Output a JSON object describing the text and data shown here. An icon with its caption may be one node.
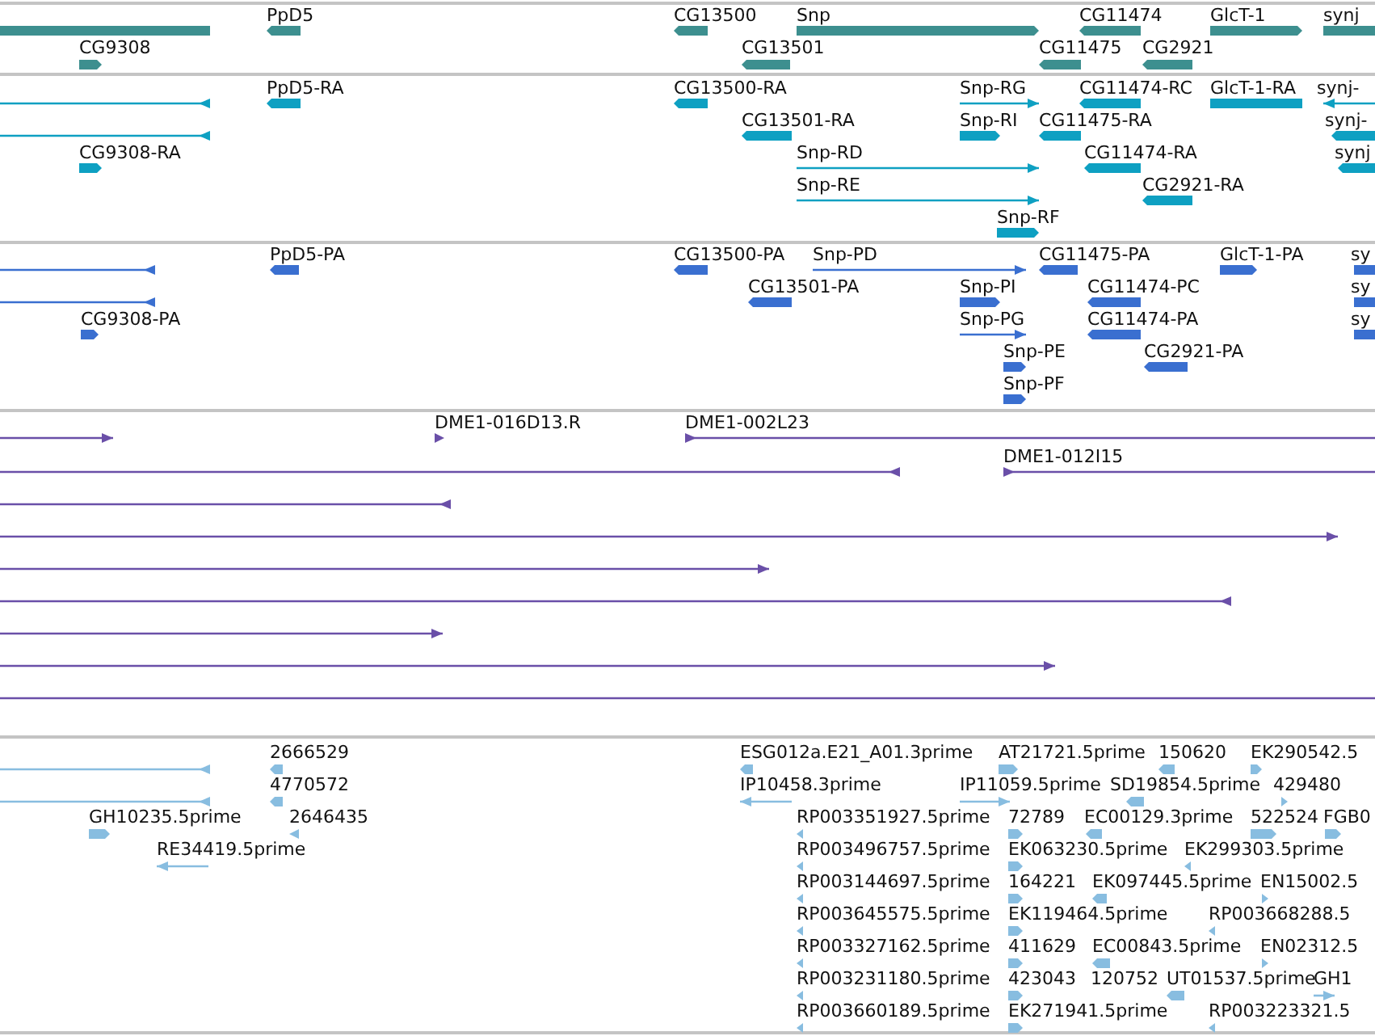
{
  "diagram": {
    "nodes": [
      {
        "text": [],
        "shape": "bar"
      },
      {
        "text": [
          "PpD5"
        ]
      },
      {
        "text": [
          "CG13500"
        ]
      },
      {
        "text": [
          "Snp"
        ]
      },
      {
        "text": [
          "CG11474"
        ]
      },
      {
        "text": [
          "GlcT-1"
        ]
      },
      {
        "text": [
          "synj"
        ]
      },
      {
        "text": [
          "CG9308"
        ]
      },
      {
        "text": [
          "CG13501"
        ]
      },
      {
        "text": [
          "CG11475"
        ]
      },
      {
        "text": [
          "CG2921"
        ]
      },
      {
        "text": [],
        "shape": "bar"
      },
      {
        "text": [
          "PpD5-RA"
        ]
      },
      {
        "text": [
          "CG13500-RA"
        ]
      },
      {
        "text": [
          "Snp-RG"
        ]
      },
      {
        "text": [
          "CG11474-RC"
        ]
      },
      {
        "text": [
          "GlcT-1-RA"
        ]
      },
      {
        "text": [
          "synj-"
        ]
      },
      {
        "text": [],
        "shape": "bar"
      },
      {
        "text": [
          "CG13501-RA"
        ]
      },
      {
        "text": [
          "Snp-RI"
        ]
      },
      {
        "text": [
          "CG11475-RA"
        ]
      },
      {
        "text": [
          "synj-"
        ]
      },
      {
        "text": [
          "CG9308-RA"
        ]
      },
      {
        "text": [
          "Snp-RD"
        ]
      },
      {
        "text": [
          "CG11474-RA"
        ]
      },
      {
        "text": [
          "synj"
        ]
      },
      {
        "text": [
          "Snp-RE"
        ]
      },
      {
        "text": [
          "CG2921-RA"
        ]
      },
      {
        "text": [
          "Snp-RF"
        ]
      },
      {
        "text": [],
        "shape": "bar"
      },
      {
        "text": [
          "PpD5-PA"
        ]
      },
      {
        "text": [
          "CG13500-PA"
        ]
      },
      {
        "text": [
          "Snp-PD"
        ]
      },
      {
        "text": [
          "CG11475-PA"
        ]
      },
      {
        "text": [
          "GlcT-1-PA"
        ]
      },
      {
        "text": [
          "sy"
        ]
      },
      {
        "text": [],
        "shape": "bar"
      },
      {
        "text": [
          "CG13501-PA"
        ]
      },
      {
        "text": [
          "Snp-PI"
        ]
      },
      {
        "text": [
          "CG11474-PC"
        ]
      },
      {
        "text": [
          "sy"
        ]
      },
      {
        "text": [
          "CG9308-PA"
        ]
      },
      {
        "text": [
          "Snp-PG"
        ]
      },
      {
        "text": [
          "CG11474-PA"
        ]
      },
      {
        "text": [
          "sy"
        ]
      },
      {
        "text": [
          "Snp-PE"
        ]
      },
      {
        "text": [
          "CG2921-PA"
        ]
      },
      {
        "text": [
          "Snp-PF"
        ]
      },
      {
        "text": [],
        "shape": "bar"
      },
      {
        "text": [
          "DME1-016D13.R"
        ]
      },
      {
        "text": [
          "DME1-002L23"
        ]
      },
      {
        "text": [],
        "shape": "bar"
      },
      {
        "text": [
          "DME1-012I15"
        ]
      },
      {
        "text": [],
        "shape": "bar"
      },
      {
        "text": [],
        "shape": "bar"
      },
      {
        "text": [],
        "shape": "bar"
      },
      {
        "text": [],
        "shape": "bar"
      },
      {
        "text": [],
        "shape": "bar"
      },
      {
        "text": [],
        "shape": "bar"
      },
      {
        "text": [],
        "shape": "bar"
      },
      {
        "text": [],
        "shape": "bar"
      },
      {
        "text": [
          "2666529"
        ]
      },
      {
        "text": [
          "ESG012a.E21_A01.3prime"
        ]
      },
      {
        "text": [
          "AT21721.5prime"
        ]
      },
      {
        "text": [
          "150620"
        ]
      },
      {
        "text": [
          "EK290542.5"
        ]
      },
      {
        "text": [],
        "shape": "bar"
      },
      {
        "text": [
          "4770572"
        ]
      },
      {
        "text": [
          "IP10458.3prime"
        ]
      },
      {
        "text": [
          "IP11059.5prime"
        ]
      },
      {
        "text": [
          "SD19854.5prime"
        ]
      },
      {
        "text": [
          "429480"
        ]
      },
      {
        "text": [
          "GH10235.5prime"
        ]
      },
      {
        "text": [
          "2646435"
        ]
      },
      {
        "text": [
          "RP003351927.5prime"
        ]
      },
      {
        "text": [
          "72789"
        ]
      },
      {
        "text": [
          "EC00129.3prime"
        ]
      },
      {
        "text": [
          "522524"
        ]
      },
      {
        "text": [
          "FGB0"
        ]
      },
      {
        "text": [
          "RE34419.5prime"
        ]
      },
      {
        "text": [
          "RP003496757.5prime"
        ]
      },
      {
        "text": [
          "EK063230.5prime"
        ]
      },
      {
        "text": [
          "EK299303.5prime"
        ]
      },
      {
        "text": [
          "RP003144697.5prime"
        ]
      },
      {
        "text": [
          "164221"
        ]
      },
      {
        "text": [
          "EK097445.5prime"
        ]
      },
      {
        "text": [
          "EN15002.5"
        ]
      },
      {
        "text": [
          "RP003645575.5prime"
        ]
      },
      {
        "text": [
          "EK119464.5prime"
        ]
      },
      {
        "text": [
          "RP003668288.5"
        ]
      },
      {
        "text": [
          "RP003327162.5prime"
        ]
      },
      {
        "text": [
          "411629"
        ]
      },
      {
        "text": [
          "EC00843.5prime"
        ]
      },
      {
        "text": [
          "EN02312.5"
        ]
      },
      {
        "text": [
          "RP003231180.5prime"
        ]
      },
      {
        "text": [
          "423043"
        ]
      },
      {
        "text": [
          "120752"
        ]
      },
      {
        "text": [
          "UT01537.5prime"
        ]
      },
      {
        "text": [
          "GH1"
        ]
      },
      {
        "text": [
          "RP003660189.5prime"
        ]
      },
      {
        "text": [
          "EK271941.5prime"
        ]
      },
      {
        "text": [
          "RP003223321.5"
        ]
      }
    ]
  }
}
